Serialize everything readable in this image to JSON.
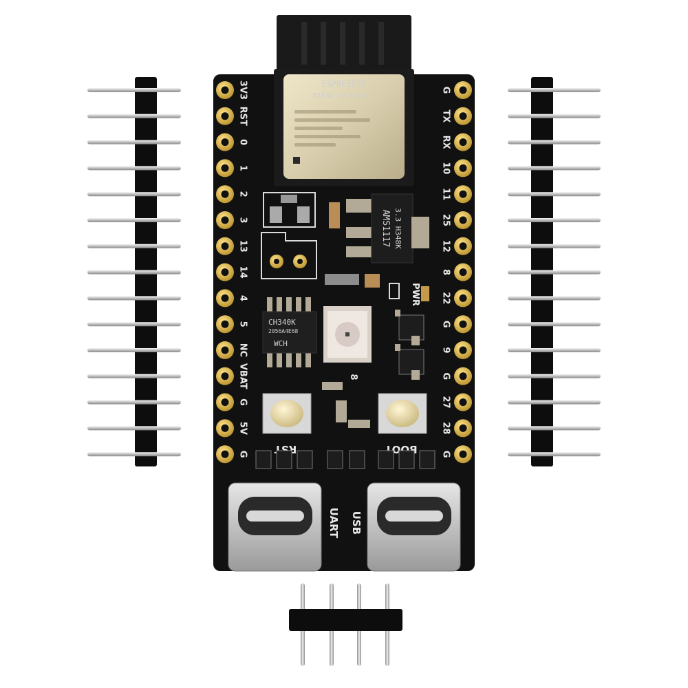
{
  "module": {
    "shield_brand": "ESPRESSIF",
    "shield_model": "ESP32-C6-MINI-1"
  },
  "left_header_labels": [
    "3V3",
    "RST",
    "0",
    "1",
    "2",
    "3",
    "13",
    "14",
    "4",
    "5",
    "NC",
    "VBAT",
    "G",
    "5V",
    "G"
  ],
  "right_header_labels": [
    "G",
    "TX",
    "RX",
    "10",
    "11",
    "25",
    "12",
    "8",
    "22",
    "G",
    "9",
    "G",
    "27",
    "28",
    "G"
  ],
  "regulator": {
    "line1": "AMS1117",
    "line2": "3.3 H348K"
  },
  "usb_chip": {
    "line1": "CH340K",
    "line2": "2056A4E68",
    "logo": "WCH"
  },
  "board_labels": {
    "pwr": "PWR",
    "led_pin": "8",
    "rst_button": "RST",
    "boot_button": "BOOT",
    "uart_port": "UART",
    "usb_port": "USB"
  },
  "colors": {
    "pcb": "#111111",
    "gold": "#d8b24a",
    "silkscreen": "#e8e8e8",
    "pin_metal": "#c9c9c9",
    "header_plastic": "#0d0d0d"
  }
}
